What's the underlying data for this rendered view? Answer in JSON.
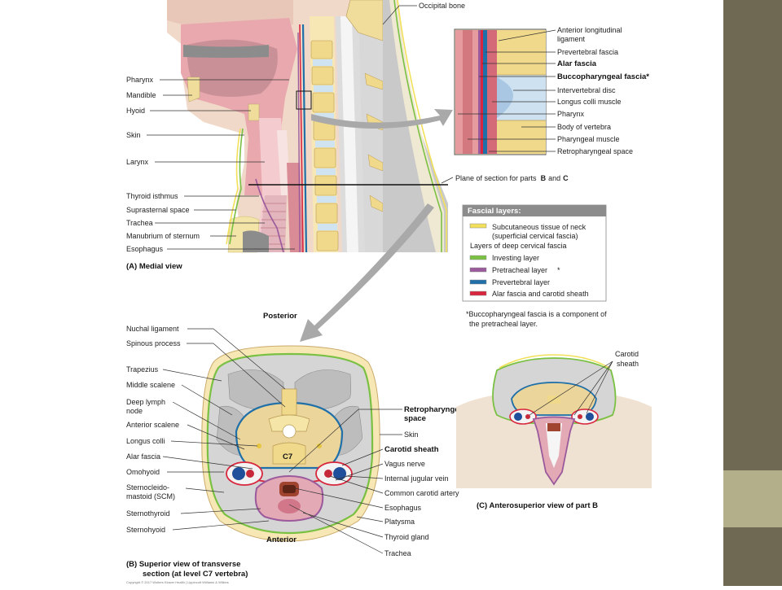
{
  "labels_a_left": [
    "Pharynx",
    "Mandible",
    "Hyoid",
    "Skin",
    "Larynx",
    "Thyroid isthmus",
    "Suprasternal space",
    "Trachea",
    "Manubrium of sternum",
    "Esophagus"
  ],
  "occipital": "Occipital bone",
  "inset_labels": [
    "Anterior longitudinal",
    "ligament",
    "Prevertebral fascia",
    "Alar fascia",
    "Buccopharyngeal fascia*",
    "Intervertebral disc",
    "Longus colli muscle",
    "Pharynx",
    "Body of vertebra",
    "Pharyngeal muscle",
    "Retropharyngeal space"
  ],
  "plane_label": "Plane of section for parts",
  "plane_b": "B",
  "plane_and": "and",
  "plane_c": "C",
  "caption_a": "(A)  Medial view",
  "legend": {
    "title": "Fascial layers:",
    "items": [
      {
        "text": "Subcutaneous tissue of neck",
        "text2": "(superficial cervical fascia)",
        "color": "#f2e05a"
      },
      {
        "text": "Layers of deep cervical fascia",
        "heading": true
      },
      {
        "text": "Investing layer",
        "color": "#7ac143"
      },
      {
        "text": "Pretracheal layer",
        "star": "*",
        "color": "#9b5a9c"
      },
      {
        "text": "Prevertebral layer",
        "color": "#1f6fa8"
      },
      {
        "text": "Alar fascia and carotid sheath",
        "color": "#d7263d"
      }
    ]
  },
  "footnote": [
    "*Buccopharyngeal fascia is a component of",
    "the pretracheal layer."
  ],
  "posterior": "Posterior",
  "anterior": "Anterior",
  "labels_b_left": [
    "Nuchal ligament",
    "Spinous process",
    "Trapezius",
    "Middle scalene",
    "Deep lymph",
    "node",
    "Anterior scalene",
    "Longus colli",
    "Alar fascia",
    "Omohyoid",
    "Sternocleido-",
    "mastoid (SCM)",
    "Sternothyroid",
    "Sternohyoid"
  ],
  "labels_b_right": [
    "Retropharyngeal",
    "space",
    "Skin",
    "Carotid sheath",
    "Vagus nerve",
    "Internal jugular vein",
    "Common carotid artery",
    "Esophagus",
    "Platysma",
    "Thyroid gland",
    "Trachea"
  ],
  "c7": "C7",
  "caption_b": [
    "(B)  Superior view of transverse",
    "section (at level C7 vertebra)"
  ],
  "carotid_c": [
    "Carotid",
    "sheath"
  ],
  "caption_c": "(C)  Anterosuperior view of part B",
  "copyright": "Copyright © 2017 Wolters Kluwer Health | Lippincott Williams & Wilkins"
}
